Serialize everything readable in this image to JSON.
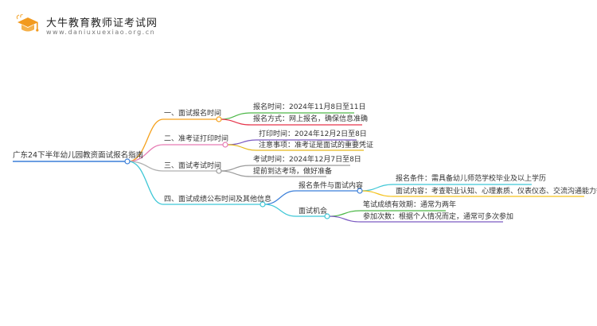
{
  "header": {
    "site_title": "大牛教育教师证考试网",
    "site_url": "www.daniuxuexiao.org.cn"
  },
  "mindmap": {
    "root": "广东24下半年幼儿园教资面试报名指南",
    "branches": [
      {
        "label": "一、面试报名时间",
        "color": "#f5a11c",
        "children": [
          {
            "label": "报名时间：2024年11月8日至11日",
            "color": "#4db848"
          },
          {
            "label": "报名方式：网上报名，确保信息准确",
            "color": "#e6344a"
          }
        ]
      },
      {
        "label": "二、准考证打印时间",
        "color": "#e67bb3",
        "children": [
          {
            "label": "打印时间：2024年12月2日至8日",
            "color": "#7c5ac2"
          },
          {
            "label": "注意事项：准考证是面试的重要凭证",
            "color": "#e6b91f"
          }
        ]
      },
      {
        "label": "三、面试考试时间",
        "color": "#9b9b9b",
        "children": [
          {
            "label": "考试时间：2024年12月7日至8日",
            "color": "#9b9b9b"
          },
          {
            "label": "提前到达考场，做好准备",
            "color": "#9b9b9b"
          }
        ]
      },
      {
        "label": "四、面试成绩公布时间及其他信息",
        "color": "#3ec7d6",
        "children": [
          {
            "label": "报名条件与面试内容",
            "color": "#3b7fd9",
            "children": [
              {
                "label": "报名条件：需具备幼儿师范学校毕业及以上学历",
                "color": "#3ec7d6"
              },
              {
                "label": "面试内容：考查职业认知、心理素质、仪表仪态、交流沟通能力等",
                "color": "#f5c21c"
              }
            ]
          },
          {
            "label": "面试机会",
            "color": "#3ec7d6",
            "children": [
              {
                "label": "笔试成绩有效期：通常为两年",
                "color": "#4db848"
              },
              {
                "label": "参加次数：根据个人情况而定，通常可多次参加",
                "color": "#7c5ac2"
              }
            ]
          }
        ]
      }
    ]
  }
}
